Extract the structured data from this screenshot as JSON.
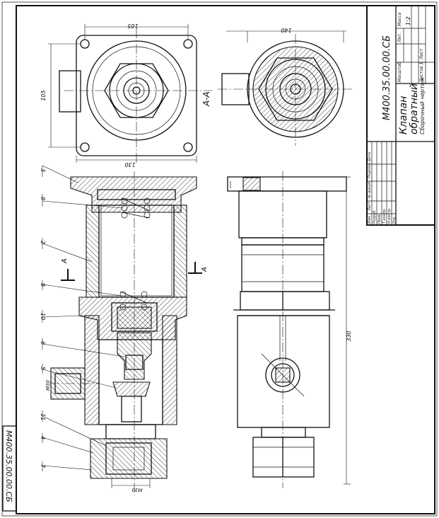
{
  "drawing": {
    "designation": "М400.35.00.00.СБ",
    "stamp_designation": "М400.35.00.00.СБ",
    "title_lines": [
      "Клапан",
      "обратный"
    ],
    "doc_type": "Сборочный чертеж",
    "table_headers": {
      "lit": "Лит.",
      "mass": "Масса",
      "scale": "Масштаб"
    },
    "scale": "1:2",
    "sheet": "Лист",
    "sheets": "Листов 1",
    "sign_rows": [
      "Изм.",
      "Лист",
      "№ докум.",
      "Подпись",
      "Дата"
    ],
    "roles": [
      "Разраб.",
      "Пров.",
      "Т.контр.",
      "Н.контр.",
      "Утв."
    ],
    "section_label": "А-А",
    "cut_mark": "А",
    "dimensions": {
      "width_top": "105",
      "height_side": "105",
      "width_bottom": "130",
      "diameter_right": "140",
      "total_length": "330",
      "thread_side": "М30",
      "thread_bottom": "М30"
    },
    "callouts": [
      "3",
      "9",
      "2",
      "8",
      "10",
      "6",
      "5",
      "11",
      "4",
      "7"
    ]
  }
}
